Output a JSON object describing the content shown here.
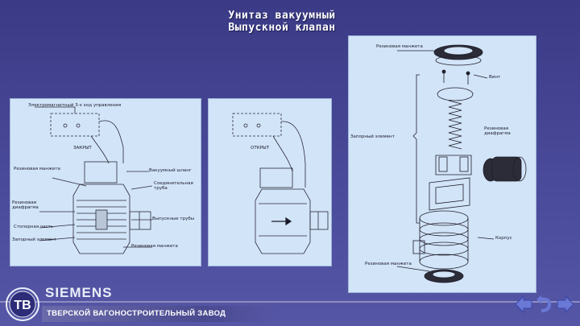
{
  "title": {
    "line1": "Унитаз вакуумный",
    "line2": "Выпускной клапан"
  },
  "panel_closed": {
    "state_label": "ЗАКРЫТ",
    "labels": {
      "solenoid": "Электромагнитный 3-х ход управления",
      "rubber_cuff_top": "Резиновая манжета",
      "vacuum_shutter": "Вакуумный шланг",
      "connecting_pipe": "Соединительная труба",
      "rubber_diaphragm": "Резиновая диафрагма",
      "cylinder": "Стопорная часть",
      "outlet_pipe": "Выпускные трубы",
      "locking_element": "Запорный элемент",
      "rubber_cuff_bottom": "Резиновая манжета"
    }
  },
  "panel_open": {
    "state_label": "ОТКРЫТ"
  },
  "panel_parts": {
    "labels": {
      "rubber_cuff_top": "Резиновая манжета",
      "screw": "Винт",
      "main_element": "Запорный элемент",
      "rubber_diaphragm": "Резиновая диафрагма",
      "housing": "Корпус",
      "rubber_cuff_bottom": "Резиновая манжета"
    }
  },
  "footer": {
    "brand": "SIEMENS",
    "company": "ТВЕРСКОЙ ВАГОНОСТРОИТЕЛЬНЫЙ ЗАВОД"
  },
  "icons": [
    "tvz-logo-icon",
    "back-arrow-icon",
    "return-icon",
    "forward-arrow-icon"
  ],
  "colors": {
    "background": "#45459a",
    "panel": "#d2e4f8",
    "nav_arrow": "#6a78d6"
  }
}
